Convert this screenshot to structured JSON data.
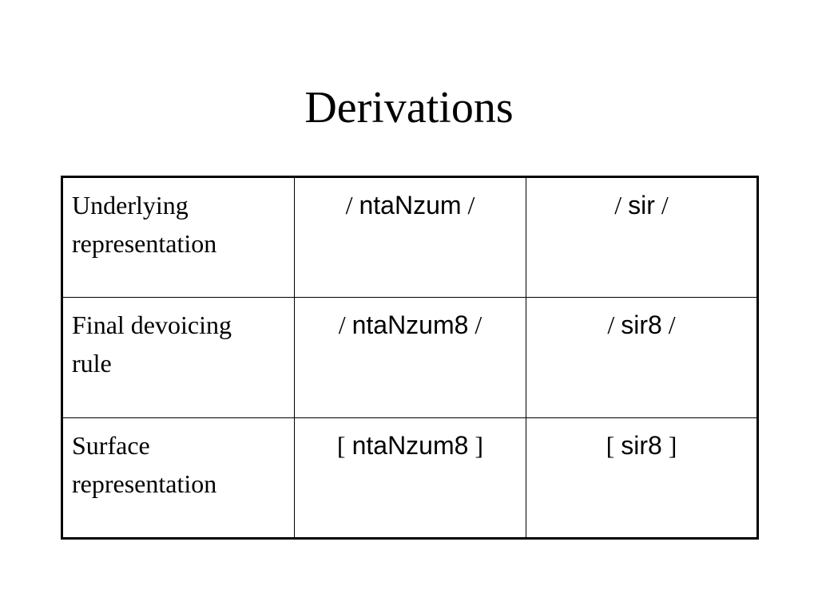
{
  "slide": {
    "title": "Derivations"
  },
  "table": {
    "rows": [
      {
        "label_line1": "Underlying",
        "label_line2": "representation",
        "cells": [
          {
            "open": "/",
            "form": "ntaNzum",
            "close": "/"
          },
          {
            "open": "/",
            "form": "sir",
            "close": "/"
          }
        ]
      },
      {
        "label_line1": "Final devoicing",
        "label_line2": "rule",
        "cells": [
          {
            "open": "/",
            "form": "ntaNzum8",
            "close": "/"
          },
          {
            "open": "/",
            "form": "sir8",
            "close": "/"
          }
        ]
      },
      {
        "label_line1": "Surface",
        "label_line2": "representation",
        "cells": [
          {
            "open": "[",
            "form": "ntaNzum8",
            "close": "]"
          },
          {
            "open": "[",
            "form": "sir8",
            "close": "]"
          }
        ]
      }
    ]
  }
}
